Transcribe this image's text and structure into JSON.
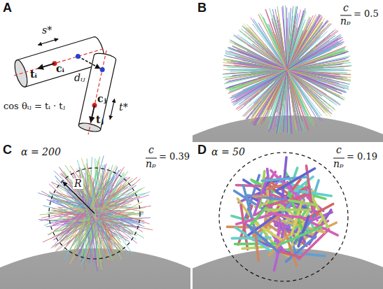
{
  "diagram": {
    "labels": [
      "A",
      "s*",
      "cᵢ",
      "tᵢ",
      "dᵢⱼ",
      "t*",
      "cⱼ",
      "tⱼ",
      "cos θᵢⱼ = tᵢ · tⱼ",
      "B",
      "c",
      "nₚ",
      "= 0.5",
      "C",
      "α = 200",
      "c",
      "nₚ",
      "= 0.39",
      "R",
      "D",
      "α = 50",
      "c",
      "nₚ",
      "= 0.19"
    ]
  }
}
